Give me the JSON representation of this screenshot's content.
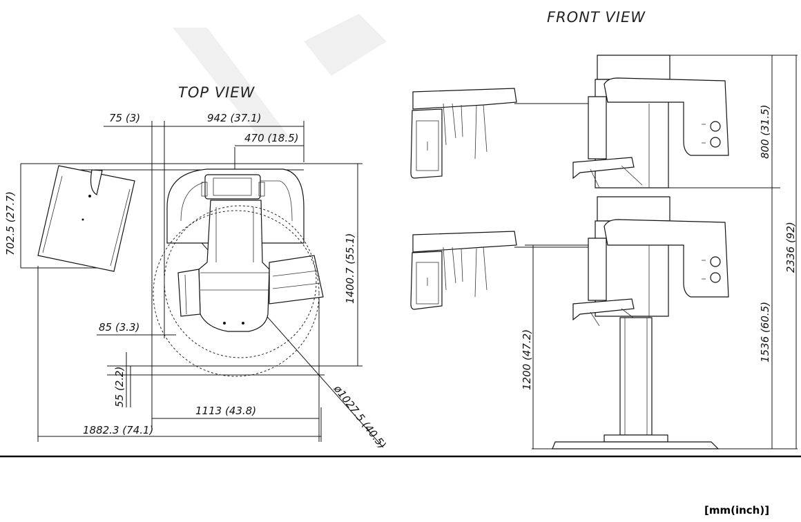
{
  "views": {
    "top_title": "TOP VIEW",
    "front_title": "FRONT VIEW"
  },
  "top_dims": {
    "d75": "75 (3)",
    "d942": "942 (37.1)",
    "d470": "470 (18.5)",
    "d702": "702.5 (27.7)",
    "d1400": "1400.7 (55.1)",
    "d85": "85 (3.3)",
    "d55": "55 (2.2)",
    "d1113": "1113 (43.8)",
    "d1882": "1882.3 (74.1)",
    "d_dia": "ø1027.5 (40.5)"
  },
  "front_dims": {
    "d800": "800 (31.5)",
    "d2336": "2336 (92)",
    "d1536": "1536 (60.5)",
    "d1200": "1200 (47.2)"
  },
  "units_label": "[mm(inch)]"
}
